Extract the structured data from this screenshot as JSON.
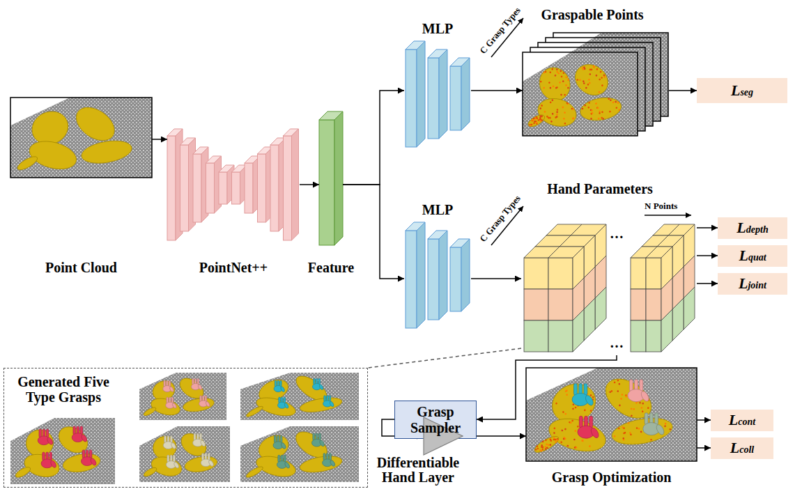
{
  "diagram": {
    "nodes": [
      {
        "text": [
          "Point Cloud"
        ]
      },
      {
        "text": [
          "PointNet++"
        ]
      },
      {
        "text": [
          "Feature"
        ]
      },
      {
        "text": [
          "MLP"
        ]
      },
      {
        "text": [
          "MLP"
        ]
      },
      {
        "text": [
          "Graspable Points"
        ]
      },
      {
        "text": [
          "Lseg"
        ]
      },
      {
        "text": [
          "Hand Parameters"
        ]
      },
      {
        "text": [
          "Ldepth"
        ]
      },
      {
        "text": [
          "Lquat"
        ]
      },
      {
        "text": [
          "Ljoint"
        ]
      },
      {
        "text": [
          "Grasp Sampler"
        ]
      },
      {
        "text": [
          "Differentiable Hand Layer"
        ]
      },
      {
        "text": [
          "Grasp Optimization"
        ]
      },
      {
        "text": [
          "Lcont"
        ]
      },
      {
        "text": [
          "Lcoll"
        ]
      },
      {
        "text": [
          "Generated Five Type Grasps"
        ]
      }
    ],
    "edges": [
      {
        "from": 0,
        "to": 1,
        "arrow": "to"
      },
      {
        "from": 1,
        "to": 2,
        "arrow": "to"
      },
      {
        "from": 2,
        "to": 3,
        "arrow": "to"
      },
      {
        "from": 2,
        "to": 4,
        "arrow": "to"
      },
      {
        "from": 3,
        "to": 5,
        "arrow": "to"
      },
      {
        "from": 5,
        "to": 6,
        "arrow": "to"
      },
      {
        "from": 4,
        "to": 7,
        "arrow": "to"
      },
      {
        "from": 7,
        "to": 8,
        "arrow": "to"
      },
      {
        "from": 7,
        "to": 9,
        "arrow": "to"
      },
      {
        "from": 7,
        "to": 10,
        "arrow": "to"
      },
      {
        "from": 7,
        "to": 11,
        "arrow": "to"
      },
      {
        "from": 11,
        "to": 12,
        "arrow": "to"
      },
      {
        "from": 12,
        "to": 13,
        "arrow": "to"
      },
      {
        "from": 13,
        "to": 14,
        "arrow": "to"
      },
      {
        "from": 13,
        "to": 15,
        "arrow": "to"
      },
      {
        "from": 7,
        "to": 16,
        "arrow": "none"
      }
    ],
    "labels": [
      "C Grasp Types",
      "C Grasp Types",
      "N Points",
      "…",
      "…"
    ]
  }
}
